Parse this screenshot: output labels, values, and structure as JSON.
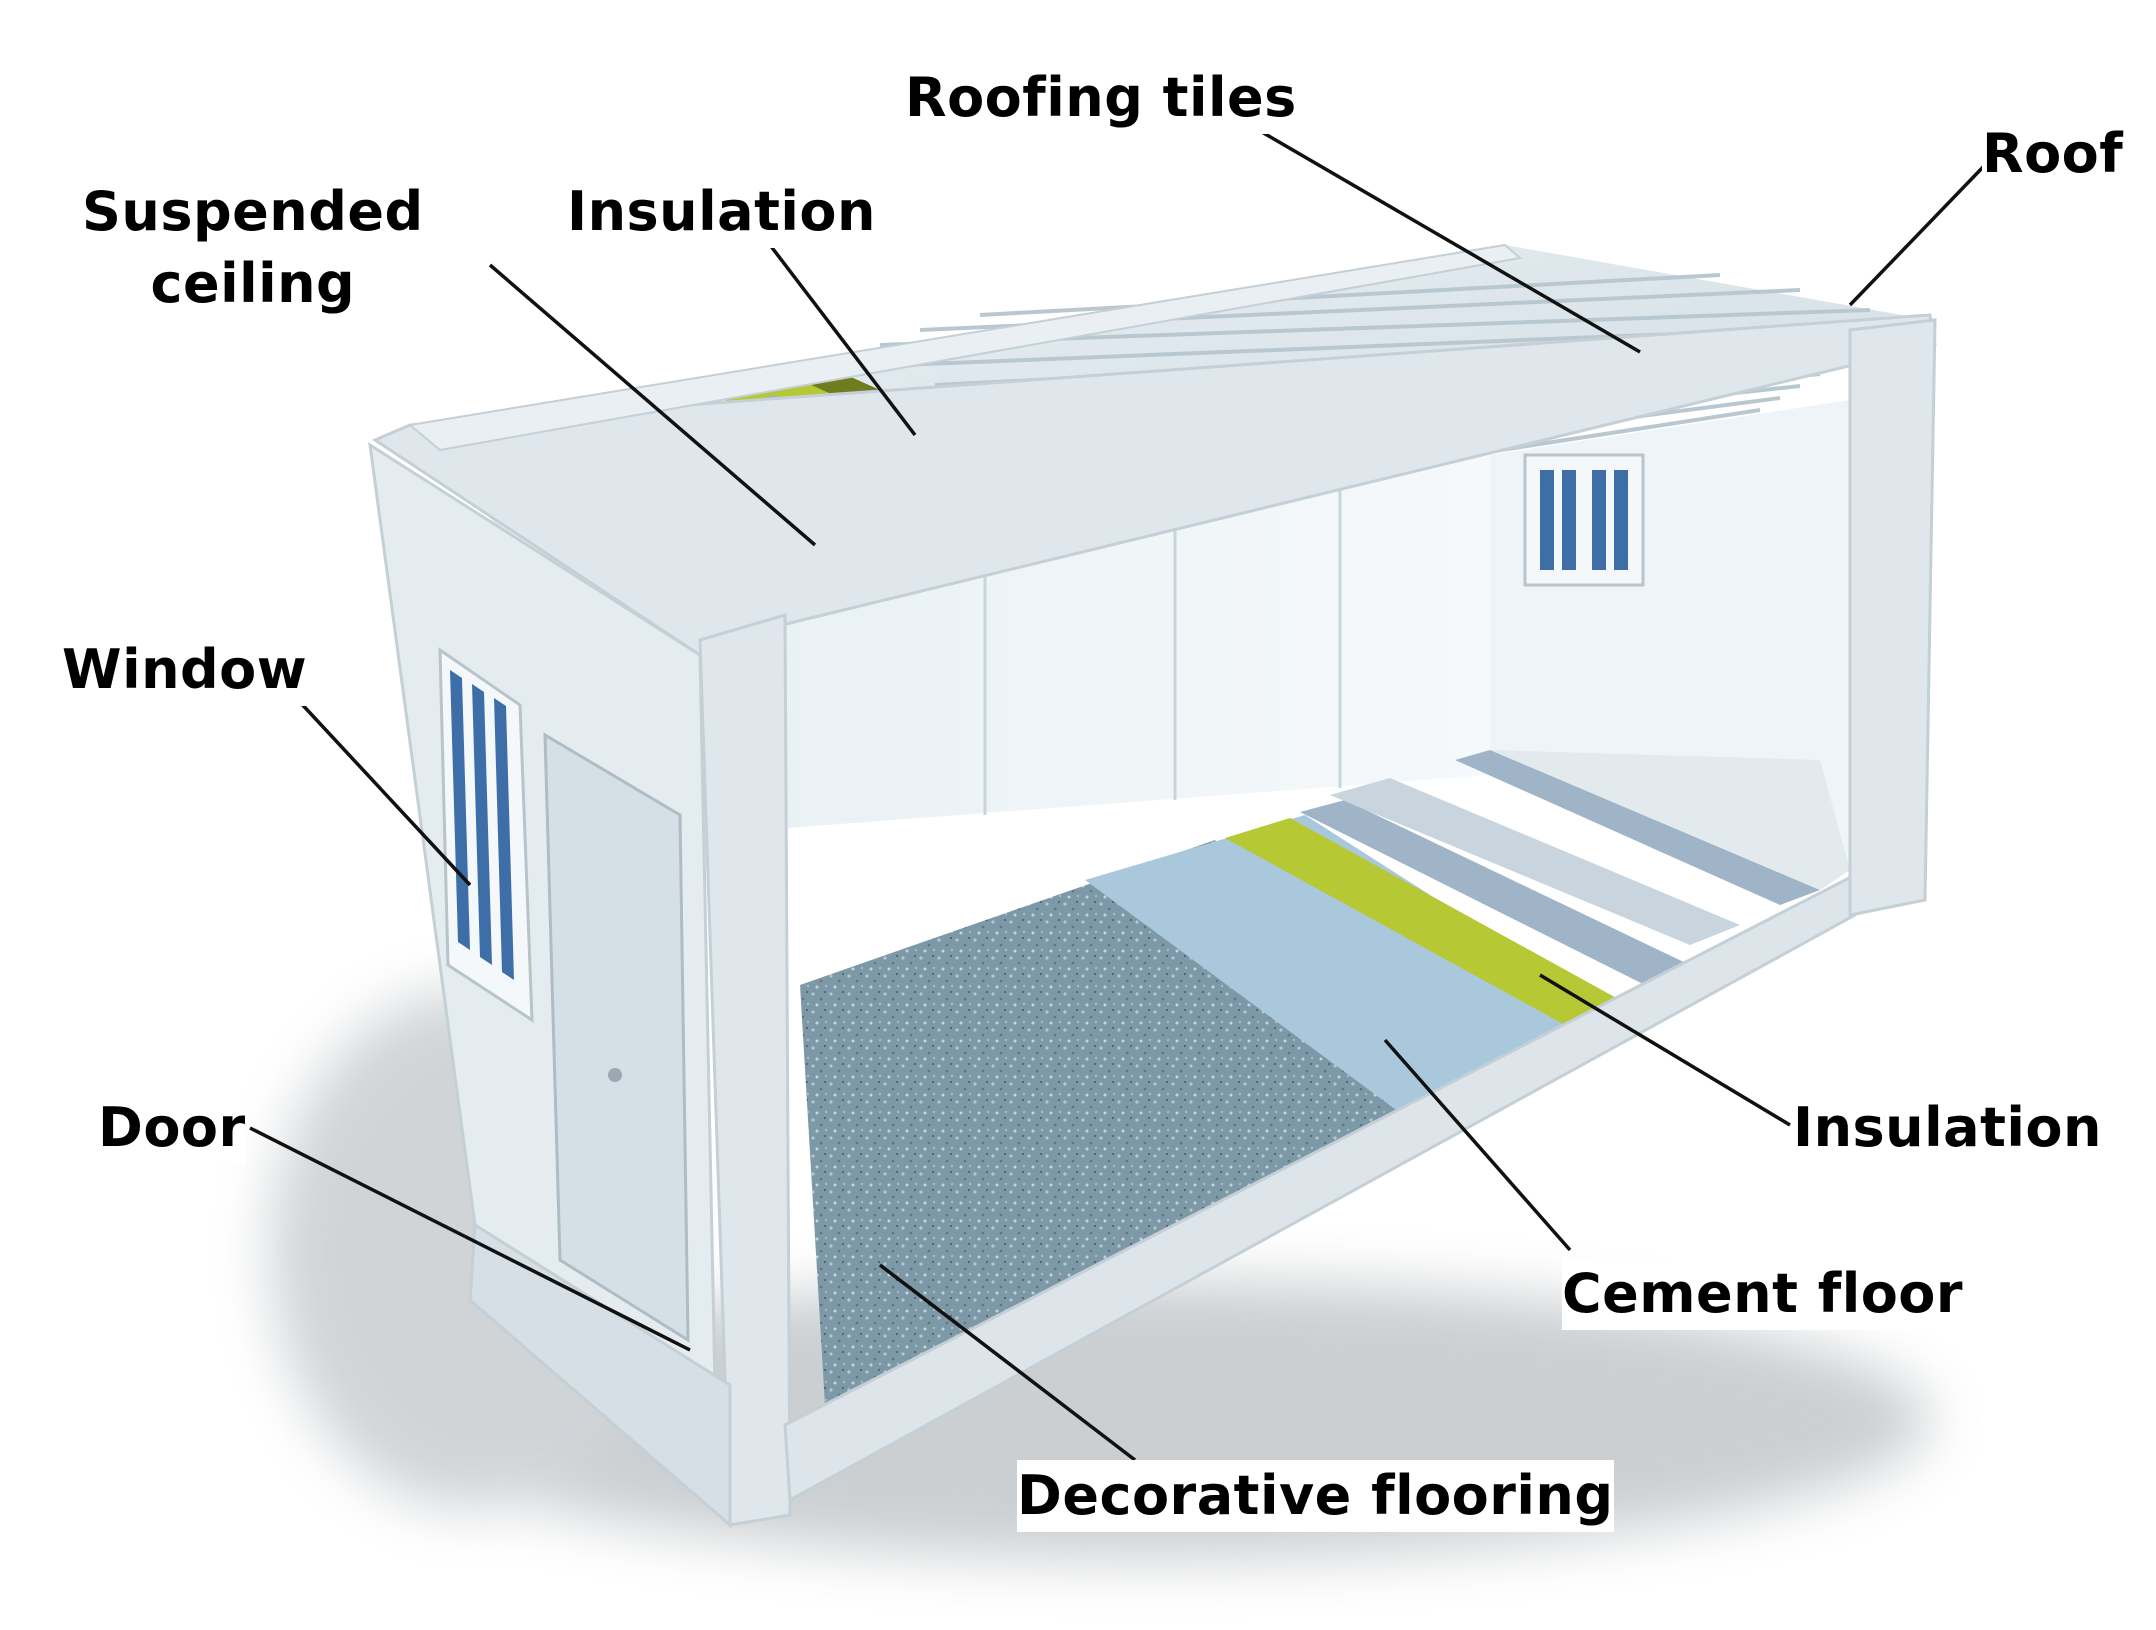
{
  "labels": {
    "roofing_tiles": "Roofing tiles",
    "roof": "Roof",
    "suspended_ceiling_line1": "Suspended",
    "suspended_ceiling_line2": "ceiling",
    "insulation_top": "Insulation",
    "window": "Window",
    "door": "Door",
    "insulation_floor": "Insulation",
    "cement_floor": "Cement floor",
    "decorative_flooring": "Decorative flooring"
  },
  "colors": {
    "frame": "#dfe7ec",
    "frame_shade": "#c4cfd6",
    "wall": "#edf3f6",
    "roof_panel": "#d8e3e8",
    "insulation": "#b6c833",
    "insulation_dark": "#6f7d1f",
    "steel_beam": "#9fb4c6",
    "cement": "#a9c8dc",
    "decorative_floor": "#7d98a6",
    "window_glass": "#3d6ea8",
    "leader_line": "#111111"
  }
}
